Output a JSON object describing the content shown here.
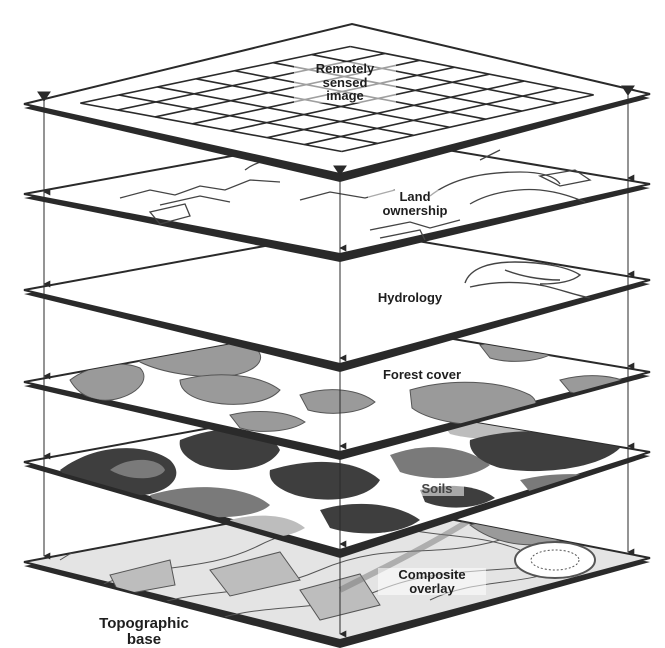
{
  "layers": [
    {
      "id": "remotely-sensed-image",
      "label": "Remotely\nsensed\nimage"
    },
    {
      "id": "land-ownership",
      "label": "Land\nownership"
    },
    {
      "id": "hydrology",
      "label": "Hydrology"
    },
    {
      "id": "forest-cover",
      "label": "Forest cover"
    },
    {
      "id": "soils",
      "label": "Soils"
    },
    {
      "id": "composite-overlay",
      "label": "Composite\noverlay"
    }
  ],
  "base_label": "Topographic\nbase",
  "colors": {
    "outline": "#2a2a2a",
    "plate_fill": "#ffffff",
    "forest_gray": "#9a9a9a",
    "soil_dark": "#3e3e3e",
    "soil_mid": "#7a7a7a",
    "soil_light": "#bdbdbd",
    "composite_fill": "#d6d6d6",
    "line_gray": "#555555"
  }
}
